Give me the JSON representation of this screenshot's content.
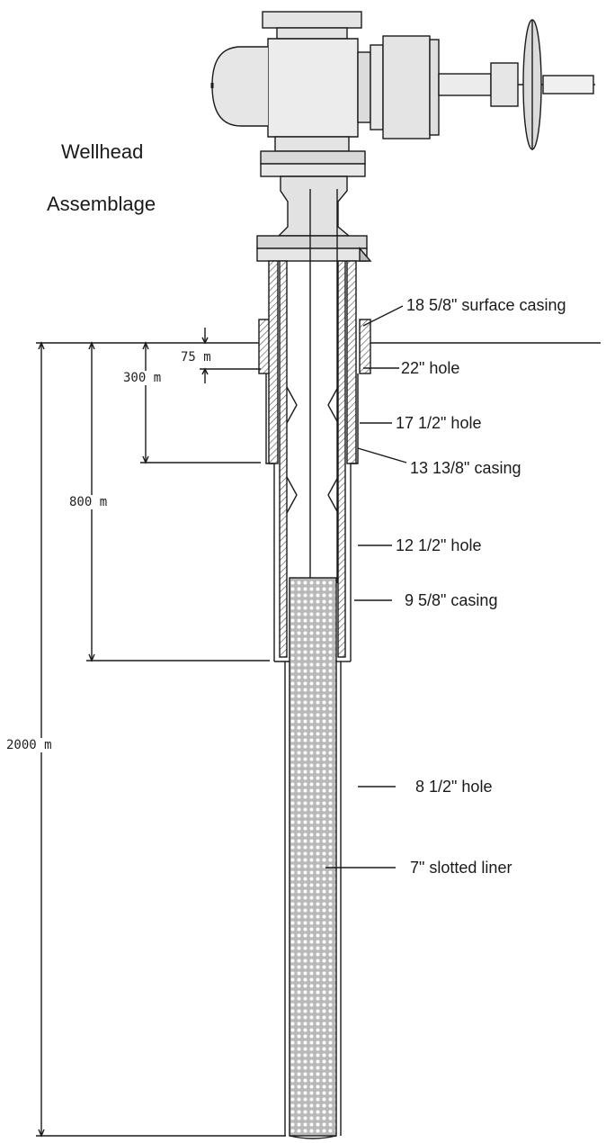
{
  "title": {
    "line1": "Wellhead",
    "line2": "Assemblage"
  },
  "callouts": [
    {
      "key": "surface_casing",
      "label": "18 5/8\" surface casing"
    },
    {
      "key": "hole_22",
      "label": "22\" hole"
    },
    {
      "key": "hole_17",
      "label": "17 1/2\" hole"
    },
    {
      "key": "casing_13",
      "label": "13 13/8\" casing"
    },
    {
      "key": "hole_12",
      "label": "12 1/2\" hole"
    },
    {
      "key": "casing_9",
      "label": "9 5/8\" casing"
    },
    {
      "key": "hole_8",
      "label": "8 1/2\" hole"
    },
    {
      "key": "liner_7",
      "label": "7\" slotted liner"
    }
  ],
  "depths": [
    {
      "key": "d75",
      "label": "75  m"
    },
    {
      "key": "d300",
      "label": "300  m"
    },
    {
      "key": "d800",
      "label": "800  m"
    },
    {
      "key": "d2000",
      "label": "2000  m"
    }
  ],
  "colors": {
    "line": "#1a1a1a",
    "steel": "#d9d9d9",
    "steel_dark": "#9a9a9a",
    "liner_fill": "#c8c8c8",
    "background": "#ffffff"
  }
}
